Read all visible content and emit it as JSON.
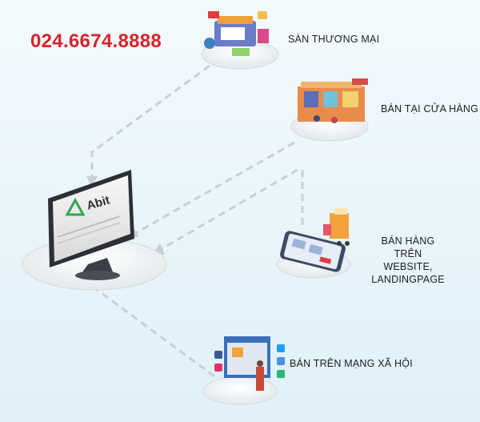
{
  "hotline": "024.6674.8888",
  "brand": {
    "logo_text": "Abit"
  },
  "channels": [
    {
      "id": "marketplace",
      "label": "SÀN THƯƠNG MẠI"
    },
    {
      "id": "store",
      "label": "BÁN TẠI CỬA HÀNG"
    },
    {
      "id": "website",
      "label_lines": [
        "BÁN HÀNG",
        "TRÊN",
        "WEBSITE,",
        "LANDINGPAGE"
      ]
    },
    {
      "id": "social",
      "label": "BÁN TRÊN MẠNG XÃ HỘI"
    }
  ],
  "colors": {
    "hotline": "#d8232a",
    "arrow": "#c9cfd3",
    "platform": "#f4f6f7",
    "logo_green": "#2fa84f"
  }
}
